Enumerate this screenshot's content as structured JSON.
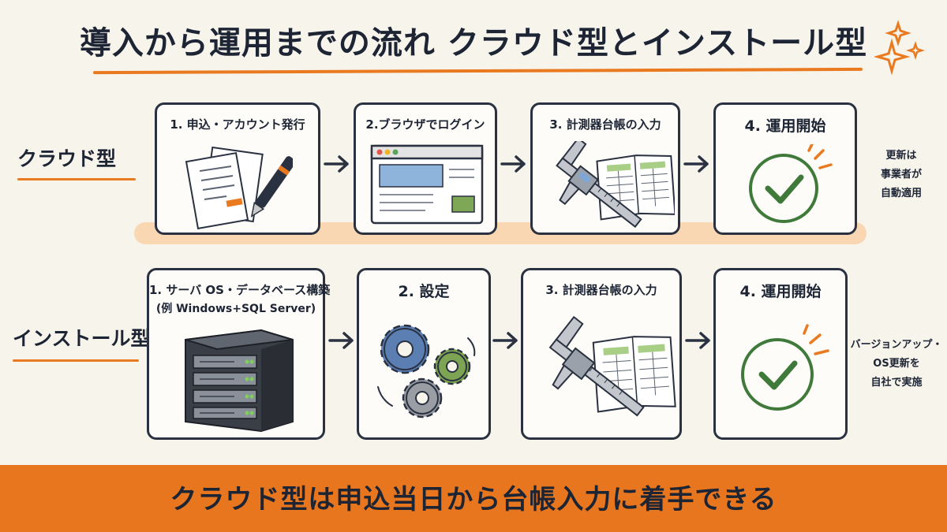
{
  "title": "導入から運用までの流れ クラウド型とインストール型",
  "rows": [
    {
      "label": "クラウド型",
      "steps": [
        {
          "title": "1. 申込・アカウント発行",
          "icon": "document-pen-icon"
        },
        {
          "title": "2.ブラウザでログイン",
          "icon": "browser-window-icon"
        },
        {
          "title": "3. 計測器台帳の入力",
          "icon": "caliper-ledger-icon"
        },
        {
          "title": "4. 運用開始",
          "icon": "checkmark-circle-icon"
        }
      ],
      "note": [
        "更新は",
        "事業者が",
        "自動適用"
      ]
    },
    {
      "label": "インストール型",
      "steps": [
        {
          "title": "1. サーバ OS・データベース構築",
          "subtitle": "(例 Windows+SQL Server)",
          "icon": "server-icon"
        },
        {
          "title": "2. 設定",
          "icon": "gears-icon"
        },
        {
          "title": "3. 計測器台帳の入力",
          "icon": "caliper-ledger-icon"
        },
        {
          "title": "4. 運用開始",
          "icon": "checkmark-circle-icon"
        }
      ],
      "note": [
        "バージョンアップ・",
        "OS更新を",
        "自社で実施"
      ]
    }
  ],
  "banner": "クラウド型は申込当日から台帳入力に着手できる",
  "colors": {
    "accent": "#ea7a20",
    "banner": "#e8761e",
    "highlight_band": "#f8d7b2",
    "check_green": "#3f7a3a",
    "ink": "#1d2535"
  }
}
